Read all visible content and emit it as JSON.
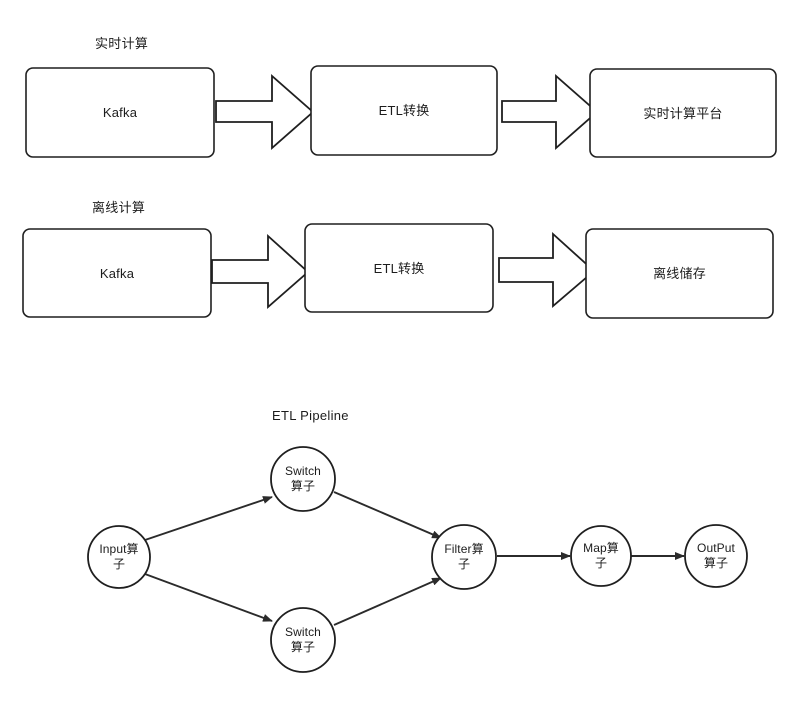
{
  "diagram": {
    "title_hidden": "",
    "stroke_color": "#1f1f1f",
    "fill_color": "#ffffff",
    "sections": [
      {
        "id": "realtime",
        "label": "实时计算",
        "boxes": [
          {
            "id": "kafka-realtime",
            "label": "Kafka"
          },
          {
            "id": "etl-realtime",
            "label": "ETL转换"
          },
          {
            "id": "realtime-platform",
            "label": "实时计算平台"
          }
        ],
        "arrows": [
          "block-arrow-right",
          "block-arrow-right"
        ]
      },
      {
        "id": "offline",
        "label": "离线计算",
        "boxes": [
          {
            "id": "kafka-offline",
            "label": "Kafka"
          },
          {
            "id": "etl-offline",
            "label": "ETL转换"
          },
          {
            "id": "offline-storage",
            "label": "离线储存"
          }
        ],
        "arrows": [
          "block-arrow-right",
          "block-arrow-right"
        ]
      }
    ],
    "pipeline": {
      "label": "ETL Pipeline",
      "nodes": [
        {
          "id": "input",
          "line1": "Input算",
          "line2": "子"
        },
        {
          "id": "switch-top",
          "line1": "Switch",
          "line2": "算子"
        },
        {
          "id": "switch-bottom",
          "line1": "Switch",
          "line2": "算子"
        },
        {
          "id": "filter",
          "line1": "Filter算",
          "line2": "子"
        },
        {
          "id": "map",
          "line1": "Map算",
          "line2": "子"
        },
        {
          "id": "output",
          "line1": "OutPut",
          "line2": "算子"
        }
      ],
      "edges": [
        {
          "from": "input",
          "to": "switch-top"
        },
        {
          "from": "input",
          "to": "switch-bottom"
        },
        {
          "from": "switch-top",
          "to": "filter"
        },
        {
          "from": "switch-bottom",
          "to": "filter"
        },
        {
          "from": "filter",
          "to": "map"
        },
        {
          "from": "map",
          "to": "output"
        }
      ]
    }
  }
}
